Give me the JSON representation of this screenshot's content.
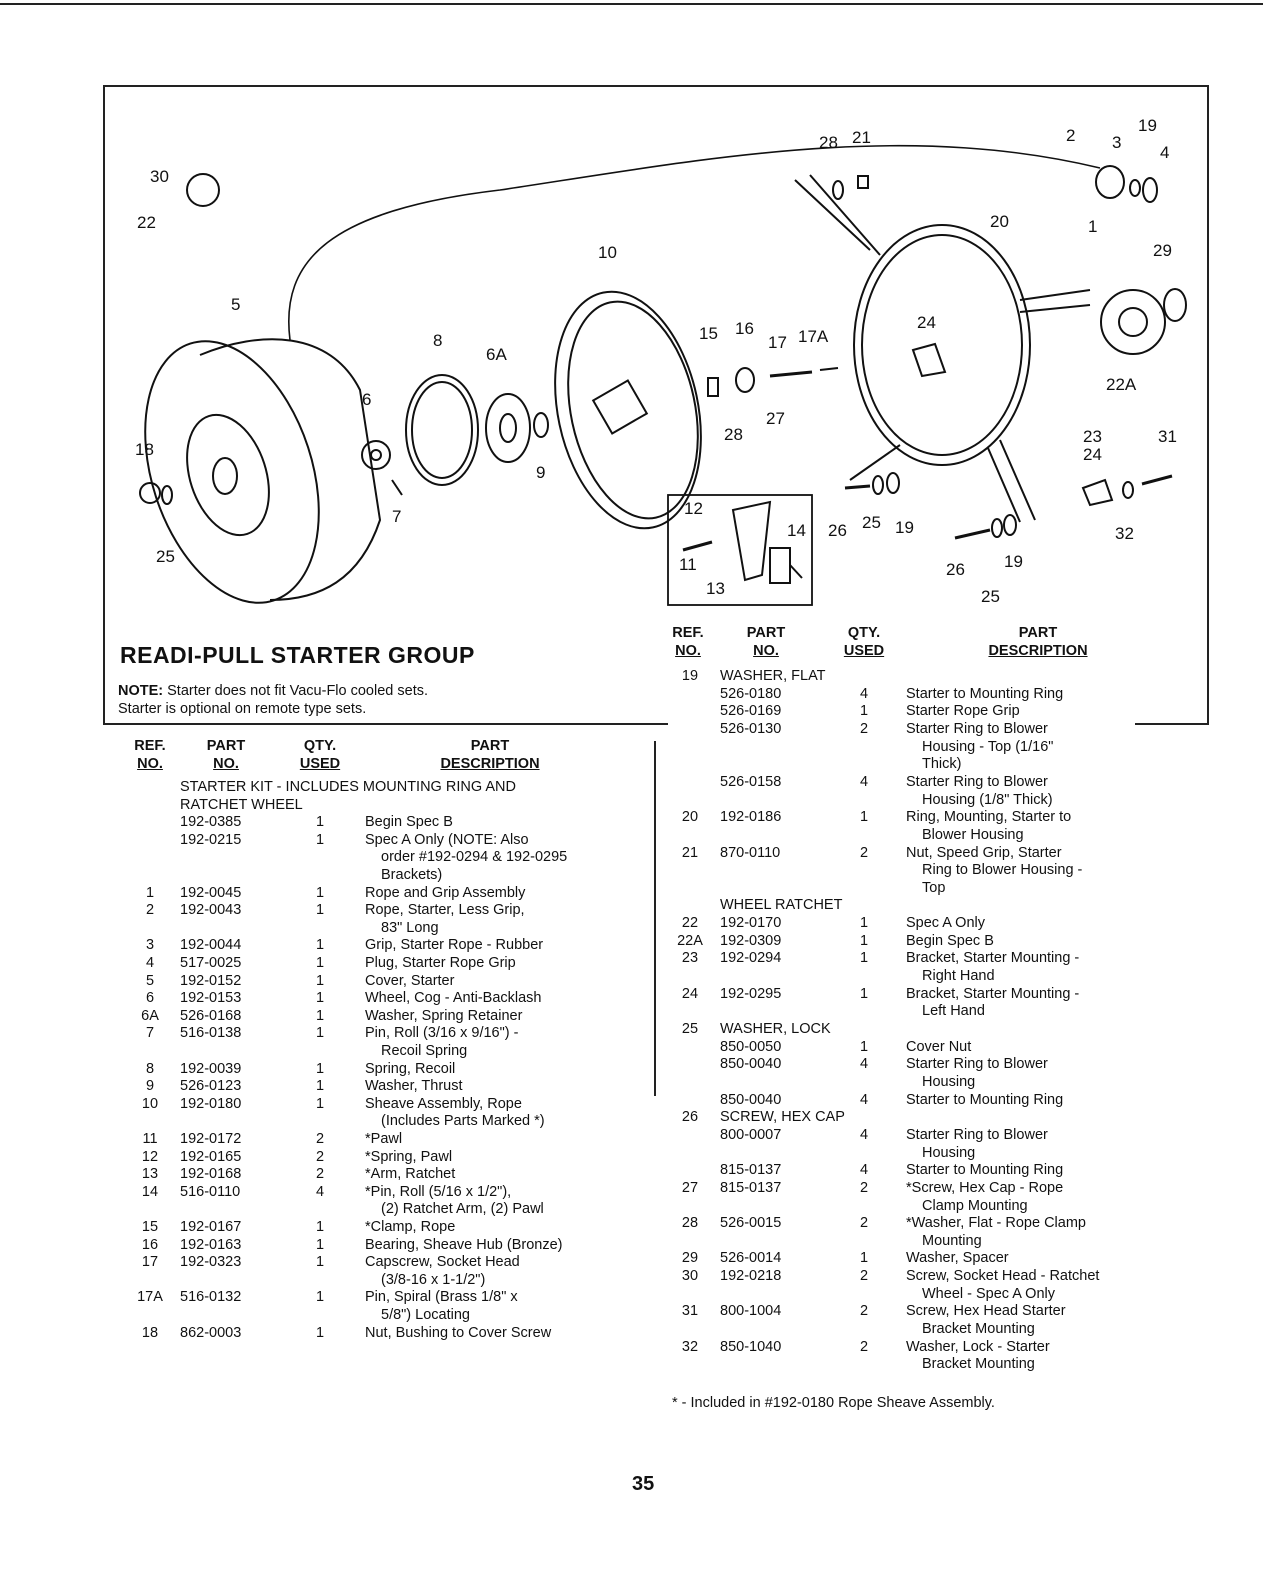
{
  "diagram": {
    "callouts": [
      "30",
      "22",
      "5",
      "18",
      "25",
      "6",
      "7",
      "8",
      "6A",
      "9",
      "10",
      "12",
      "11",
      "13",
      "14",
      "15",
      "16",
      "17",
      "17A",
      "27",
      "28",
      "28",
      "21",
      "2",
      "3",
      "19",
      "4",
      "1",
      "20",
      "24",
      "29",
      "22A",
      "23",
      "31",
      "24",
      "32",
      "26",
      "25",
      "19",
      "26",
      "19",
      "25"
    ]
  },
  "title": "READI-PULL STARTER GROUP",
  "note": {
    "label": "NOTE:",
    "line1": "Starter does not fit Vacu-Flo cooled sets.",
    "line2": "Starter is optional on remote type sets."
  },
  "headers": {
    "ref": [
      "REF.",
      "NO."
    ],
    "part": [
      "PART",
      "NO."
    ],
    "qty": [
      "QTY.",
      "USED"
    ],
    "desc": [
      "PART",
      "DESCRIPTION"
    ]
  },
  "left_rows": [
    {
      "ref": "",
      "part": "STARTER KIT - INCLUDES MOUNTING RING AND",
      "qty": "",
      "desc": ""
    },
    {
      "ref": "",
      "part": "RATCHET WHEEL",
      "qty": "",
      "desc": ""
    },
    {
      "ref": "",
      "part": "192-0385",
      "qty": "1",
      "desc": "Begin Spec B"
    },
    {
      "ref": "",
      "part": "192-0215",
      "qty": "1",
      "desc": "Spec A Only (NOTE: Also"
    },
    {
      "ref": "",
      "part": "",
      "qty": "",
      "desc": "order #192-0294 & 192-0295"
    },
    {
      "ref": "",
      "part": "",
      "qty": "",
      "desc": "Brackets)"
    },
    {
      "ref": "1",
      "part": "192-0045",
      "qty": "1",
      "desc": "Rope and Grip Assembly"
    },
    {
      "ref": "2",
      "part": "192-0043",
      "qty": "1",
      "desc": "Rope, Starter, Less Grip,"
    },
    {
      "ref": "",
      "part": "",
      "qty": "",
      "desc": "83\" Long"
    },
    {
      "ref": "3",
      "part": "192-0044",
      "qty": "1",
      "desc": "Grip, Starter Rope - Rubber"
    },
    {
      "ref": "4",
      "part": "517-0025",
      "qty": "1",
      "desc": "Plug, Starter Rope Grip"
    },
    {
      "ref": "5",
      "part": "192-0152",
      "qty": "1",
      "desc": "Cover, Starter"
    },
    {
      "ref": "6",
      "part": "192-0153",
      "qty": "1",
      "desc": "Wheel, Cog - Anti-Backlash"
    },
    {
      "ref": "6A",
      "part": "526-0168",
      "qty": "1",
      "desc": "Washer, Spring Retainer"
    },
    {
      "ref": "7",
      "part": "516-0138",
      "qty": "1",
      "desc": "Pin, Roll (3/16 x 9/16\") -"
    },
    {
      "ref": "",
      "part": "",
      "qty": "",
      "desc": "Recoil Spring"
    },
    {
      "ref": "8",
      "part": "192-0039",
      "qty": "1",
      "desc": "Spring, Recoil"
    },
    {
      "ref": "9",
      "part": "526-0123",
      "qty": "1",
      "desc": "Washer, Thrust"
    },
    {
      "ref": "10",
      "part": "192-0180",
      "qty": "1",
      "desc": "Sheave Assembly, Rope"
    },
    {
      "ref": "",
      "part": "",
      "qty": "",
      "desc": "(Includes Parts Marked *)"
    },
    {
      "ref": "11",
      "part": "192-0172",
      "qty": "2",
      "desc": "*Pawl"
    },
    {
      "ref": "12",
      "part": "192-0165",
      "qty": "2",
      "desc": "*Spring, Pawl"
    },
    {
      "ref": "13",
      "part": "192-0168",
      "qty": "2",
      "desc": "*Arm, Ratchet"
    },
    {
      "ref": "14",
      "part": "516-0110",
      "qty": "4",
      "desc": "*Pin, Roll (5/16 x 1/2\"),"
    },
    {
      "ref": "",
      "part": "",
      "qty": "",
      "desc": "(2) Ratchet Arm, (2) Pawl"
    },
    {
      "ref": "15",
      "part": "192-0167",
      "qty": "1",
      "desc": "*Clamp, Rope"
    },
    {
      "ref": "16",
      "part": "192-0163",
      "qty": "1",
      "desc": "Bearing, Sheave Hub (Bronze)"
    },
    {
      "ref": "17",
      "part": "192-0323",
      "qty": "1",
      "desc": "Capscrew, Socket Head"
    },
    {
      "ref": "",
      "part": "",
      "qty": "",
      "desc": "(3/8-16 x 1-1/2\")"
    },
    {
      "ref": "17A",
      "part": "516-0132",
      "qty": "1",
      "desc": "Pin, Spiral (Brass 1/8\" x"
    },
    {
      "ref": "",
      "part": "",
      "qty": "",
      "desc": "5/8\") Locating"
    },
    {
      "ref": "18",
      "part": "862-0003",
      "qty": "1",
      "desc": "Nut, Bushing to Cover Screw"
    }
  ],
  "right_rows": [
    {
      "ref": "19",
      "part": "WASHER, FLAT",
      "qty": "",
      "desc": ""
    },
    {
      "ref": "",
      "part": "526-0180",
      "qty": "4",
      "desc": "Starter to Mounting Ring"
    },
    {
      "ref": "",
      "part": "526-0169",
      "qty": "1",
      "desc": "Starter Rope Grip"
    },
    {
      "ref": "",
      "part": "526-0130",
      "qty": "2",
      "desc": "Starter Ring to Blower"
    },
    {
      "ref": "",
      "part": "",
      "qty": "",
      "desc": "Housing - Top (1/16\""
    },
    {
      "ref": "",
      "part": "",
      "qty": "",
      "desc": "Thick)"
    },
    {
      "ref": "",
      "part": "526-0158",
      "qty": "4",
      "desc": "Starter Ring to Blower"
    },
    {
      "ref": "",
      "part": "",
      "qty": "",
      "desc": "Housing (1/8\" Thick)"
    },
    {
      "ref": "20",
      "part": "192-0186",
      "qty": "1",
      "desc": "Ring, Mounting, Starter to"
    },
    {
      "ref": "",
      "part": "",
      "qty": "",
      "desc": "Blower Housing"
    },
    {
      "ref": "21",
      "part": "870-0110",
      "qty": "2",
      "desc": "Nut, Speed Grip, Starter"
    },
    {
      "ref": "",
      "part": "",
      "qty": "",
      "desc": "Ring to Blower Housing -"
    },
    {
      "ref": "",
      "part": "",
      "qty": "",
      "desc": "Top"
    },
    {
      "ref": "",
      "part": "WHEEL RATCHET",
      "qty": "",
      "desc": ""
    },
    {
      "ref": "22",
      "part": "192-0170",
      "qty": "1",
      "desc": "Spec A Only"
    },
    {
      "ref": "22A",
      "part": "192-0309",
      "qty": "1",
      "desc": "Begin Spec B"
    },
    {
      "ref": "23",
      "part": "192-0294",
      "qty": "1",
      "desc": "Bracket, Starter Mounting -"
    },
    {
      "ref": "",
      "part": "",
      "qty": "",
      "desc": "Right Hand"
    },
    {
      "ref": "24",
      "part": "192-0295",
      "qty": "1",
      "desc": "Bracket, Starter Mounting -"
    },
    {
      "ref": "",
      "part": "",
      "qty": "",
      "desc": "Left Hand"
    },
    {
      "ref": "25",
      "part": "WASHER, LOCK",
      "qty": "",
      "desc": ""
    },
    {
      "ref": "",
      "part": "850-0050",
      "qty": "1",
      "desc": "Cover Nut"
    },
    {
      "ref": "",
      "part": "850-0040",
      "qty": "4",
      "desc": "Starter Ring to Blower"
    },
    {
      "ref": "",
      "part": "",
      "qty": "",
      "desc": "Housing"
    },
    {
      "ref": "",
      "part": "850-0040",
      "qty": "4",
      "desc": "Starter to Mounting Ring"
    },
    {
      "ref": "26",
      "part": "SCREW, HEX CAP",
      "qty": "",
      "desc": ""
    },
    {
      "ref": "",
      "part": "800-0007",
      "qty": "4",
      "desc": "Starter Ring to Blower"
    },
    {
      "ref": "",
      "part": "",
      "qty": "",
      "desc": "Housing"
    },
    {
      "ref": "",
      "part": "815-0137",
      "qty": "4",
      "desc": "Starter to Mounting Ring"
    },
    {
      "ref": "27",
      "part": "815-0137",
      "qty": "2",
      "desc": "*Screw, Hex Cap - Rope"
    },
    {
      "ref": "",
      "part": "",
      "qty": "",
      "desc": "Clamp Mounting"
    },
    {
      "ref": "28",
      "part": "526-0015",
      "qty": "2",
      "desc": "*Washer, Flat - Rope Clamp"
    },
    {
      "ref": "",
      "part": "",
      "qty": "",
      "desc": "Mounting"
    },
    {
      "ref": "29",
      "part": "526-0014",
      "qty": "1",
      "desc": "Washer, Spacer"
    },
    {
      "ref": "30",
      "part": "192-0218",
      "qty": "2",
      "desc": "Screw, Socket Head - Ratchet"
    },
    {
      "ref": "",
      "part": "",
      "qty": "",
      "desc": "Wheel - Spec A Only"
    },
    {
      "ref": "31",
      "part": "800-1004",
      "qty": "2",
      "desc": "Screw, Hex Head Starter"
    },
    {
      "ref": "",
      "part": "",
      "qty": "",
      "desc": "Bracket Mounting"
    },
    {
      "ref": "32",
      "part": "850-1040",
      "qty": "2",
      "desc": "Washer, Lock - Starter"
    },
    {
      "ref": "",
      "part": "",
      "qty": "",
      "desc": "Bracket Mounting"
    }
  ],
  "footnote": "* - Included in #192-0180 Rope Sheave Assembly.",
  "page_number": "35"
}
